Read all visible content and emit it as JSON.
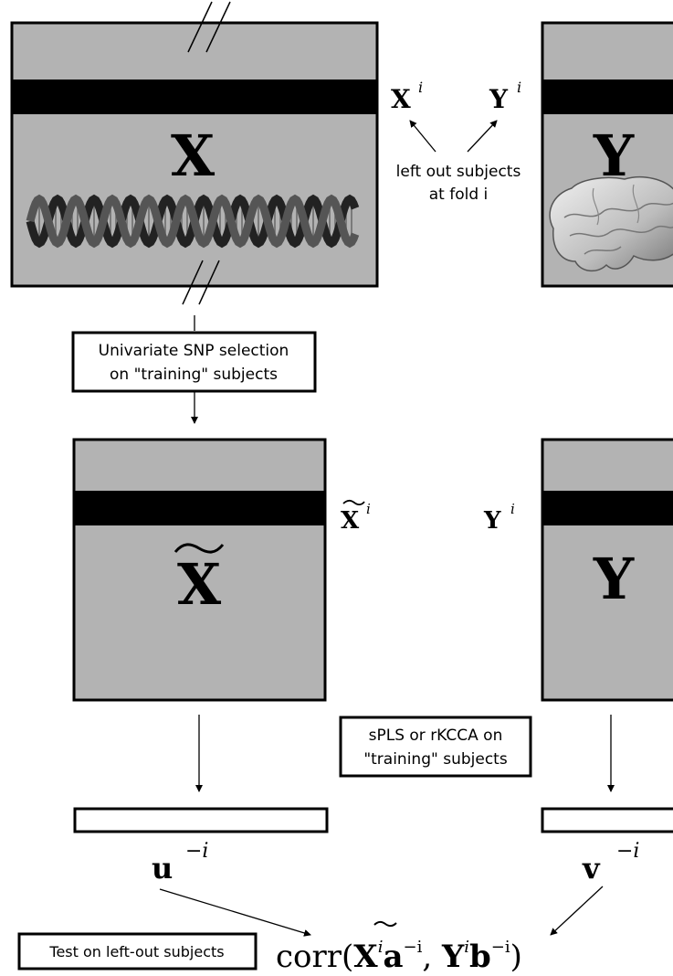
{
  "top": {
    "x_matrix_label": "X",
    "y_matrix_label": "Y",
    "x_fold_label": "X",
    "x_fold_sup": "i",
    "y_fold_label": "Y",
    "y_fold_sup": "i",
    "left_out_line1": "left out subjects",
    "left_out_line2": "at fold i"
  },
  "snp_box": {
    "line1": "Univariate SNP selection",
    "line2": "on \"training\" subjects"
  },
  "middle": {
    "x_tilde_matrix_label": "X",
    "y_matrix_label": "Y",
    "x_tilde_fold_label": "X",
    "x_tilde_fold_sup": "i",
    "y_fold_label": "Y",
    "y_fold_sup": "i"
  },
  "spls_box": {
    "line1": "sPLS or rKCCA on",
    "line2": "\"training\" subjects"
  },
  "vectors": {
    "u_label": "u",
    "u_sup": "−i",
    "v_label": "v",
    "v_sup": "−i"
  },
  "test_box": {
    "label": "Test on left-out subjects"
  },
  "formula": {
    "corr": "corr(",
    "x": "X",
    "x_sup": "i",
    "a": "a",
    "a_sup": "−i",
    "comma": ", ",
    "y": "Y",
    "y_sup": "i",
    "b": "b",
    "b_sup": "−i",
    "close": ")"
  },
  "colors": {
    "matrix_fill": "#b3b3b3",
    "band": "#000000",
    "box_fill": "#ffffff"
  }
}
